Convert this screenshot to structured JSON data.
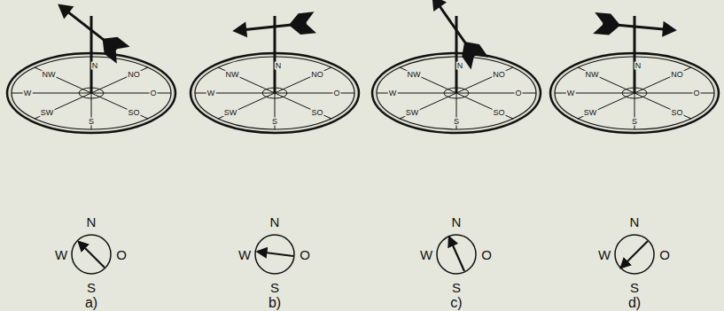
{
  "diagram": {
    "labels": [
      "N",
      "NO",
      "O",
      "SO",
      "S",
      "SW",
      "W",
      "NW",
      "N",
      "W",
      "O",
      "S",
      "a)",
      "N",
      "NO",
      "O",
      "SO",
      "S",
      "SW",
      "W",
      "NW",
      "N",
      "W",
      "O",
      "S",
      "b)",
      "N",
      "NO",
      "O",
      "SO",
      "S",
      "SW",
      "W",
      "NW",
      "N",
      "W",
      "O",
      "S",
      "c)",
      "N",
      "NO",
      "O",
      "SO",
      "S",
      "SW",
      "W",
      "NW",
      "N",
      "W",
      "O",
      "S",
      "d)"
    ]
  }
}
